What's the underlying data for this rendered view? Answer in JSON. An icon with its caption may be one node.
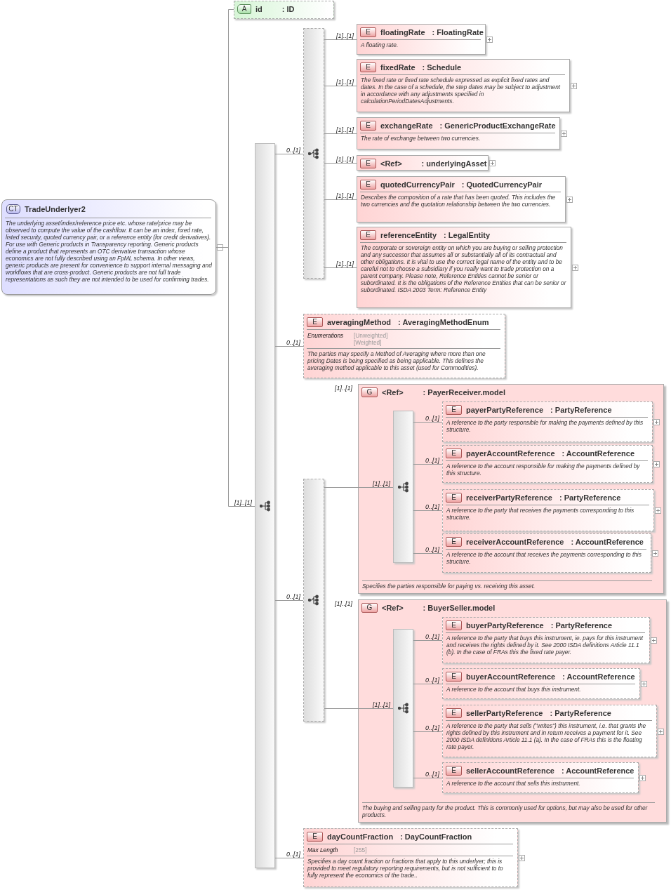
{
  "diagram": {
    "nodes": [
      {
        "text": [
          "CT",
          "TradeUnderlyer2",
          "The underlying asset/index/reference price etc. whose rate/price may be observed to compute the value of the cashflow. It can be an index, fixed rate, listed security, quoted currency pair, or a reference entity (for credit derivatives). For use with Generic products in Transparency reporting. Generic products define a product that represents an OTC derivative transaction whose economics are not fully described using an FpML schema. In other views, generic products are present for convenience to support internal messaging and workflows that are cross-product. Generic products are not full trade representations as such they are not intended to be used for confirming trades."
        ]
      },
      {
        "text": [
          "A",
          "id",
          ": ID"
        ]
      },
      {
        "text": [],
        "shape": "bar"
      },
      {
        "text": [],
        "shape": "bar"
      },
      {
        "text": [
          "E",
          "floatingRate",
          ": FloatingRate",
          "A floating rate."
        ]
      },
      {
        "text": [
          "E",
          "fixedRate",
          ": Schedule",
          "The fixed rate or fixed rate schedule expressed as explicit fixed rates and dates. In the case of a schedule, the step dates may be subject to adjustment in accordance with any adjustments specified in calculationPeriodDatesAdjustments."
        ]
      },
      {
        "text": [
          "E",
          "exchangeRate",
          ": GenericProductExchangeRate",
          "The rate of exchange between two currencies."
        ]
      },
      {
        "text": [
          "E",
          "<Ref>",
          ": underlyingAsset"
        ]
      },
      {
        "text": [
          "E",
          "quotedCurrencyPair",
          ": QuotedCurrencyPair",
          "Describes the composition of a rate that has been quoted. This includes the two currencies and the quotation relationship between the two currencies."
        ]
      },
      {
        "text": [
          "E",
          "referenceEntity",
          ": LegalEntity",
          "The corporate or sovereign entity on which you are buying or selling protection and any successor that assumes all or substantially all of its contractual and other obligations. It is vital to use the correct legal name of the entity and to be careful not to choose a subsidiary if you really want to trade protection on a parent company. Please note, Reference Entities cannot be senior or subordinated. It is the obligations of the Reference Entities that can be senior or subordinated. ISDA 2003 Term: Reference Entity"
        ]
      },
      {
        "text": [
          "E",
          "averagingMethod",
          ": AveragingMethodEnum",
          "Enumerations",
          "[Unweighted]",
          "[Weighted]",
          "The parties may specify a Method of Averaging where more than one pricing Dates is being specified as being applicable. This defines the averaging method applicable to this asset (used for Commodities)."
        ]
      },
      {
        "text": [],
        "shape": "bar"
      },
      {
        "text": [
          "G",
          "<Ref>",
          ": PayerReceiver.model",
          "Specifies the parties responsible for paying vs. receiving this asset."
        ],
        "beside": [
          "[1]..[1]"
        ]
      },
      {
        "text": [],
        "shape": "bar",
        "in": 12
      },
      {
        "text": [
          "E",
          "payerPartyReference",
          ": PartyReference",
          "A reference to the party responsible for making the payments defined by this structure."
        ],
        "in": 12
      },
      {
        "text": [
          "E",
          "payerAccountReference",
          ": AccountReference",
          "A reference to the account responsible for making the payments defined by this structure."
        ],
        "in": 12
      },
      {
        "text": [
          "E",
          "receiverPartyReference",
          ": PartyReference",
          "A reference to the party that receives the payments corresponding to this structure."
        ],
        "in": 12
      },
      {
        "text": [
          "E",
          "receiverAccountReference",
          ": AccountReference",
          "A reference to the account that receives the payments corresponding to this structure."
        ],
        "in": 12
      },
      {
        "text": [
          "G",
          "<Ref>",
          ": BuyerSeller.model",
          "The buying and selling party for the product. This is commonly used for options, but may also be used for other products."
        ],
        "beside": [
          "[1]..[1]"
        ]
      },
      {
        "text": [],
        "shape": "bar",
        "in": 18
      },
      {
        "text": [
          "E",
          "buyerPartyReference",
          ": PartyReference",
          "A reference to the party that buys this instrument, ie. pays for this instrument and receives the rights defined by it. See 2000 ISDA definitions Article 11.1 (b). In the case of FRAs this the fixed rate payer."
        ],
        "in": 18
      },
      {
        "text": [
          "E",
          "buyerAccountReference",
          ": AccountReference",
          "A reference to the account that buys this instrument."
        ],
        "in": 18
      },
      {
        "text": [
          "E",
          "sellerPartyReference",
          ": PartyReference",
          "A reference to the party that sells (\"writes\") this instrument, i.e. that grants the rights defined by this instrument and in return receives a payment for it. See 2000 ISDA definitions Article 11.1 (a). In the case of FRAs this is the floating rate payer."
        ],
        "in": 18
      },
      {
        "text": [
          "E",
          "sellerAccountReference",
          ": AccountReference",
          "A reference to the account that sells this instrument."
        ],
        "in": 18
      },
      {
        "text": [
          "E",
          "dayCountFraction",
          ": DayCountFraction",
          "Max Length",
          "[255]",
          "Specifies a day count fraction or fractions that apply to this underlyer; this is provided to meet regulatory reporting requirements, but is not sufficient to to fully represent the economics of the trade.."
        ]
      }
    ],
    "edges": [
      {
        "from": 0,
        "to": 1,
        "arrow": "none"
      },
      {
        "from": 0,
        "to": 2,
        "arrow": "none",
        "label": "[1]..[1]"
      },
      {
        "from": 2,
        "to": 3,
        "arrow": "none",
        "label": "0..[1]"
      },
      {
        "from": 3,
        "to": 4,
        "arrow": "none",
        "label": "[1]..[1]"
      },
      {
        "from": 3,
        "to": 5,
        "arrow": "none",
        "label": "[1]..[1]"
      },
      {
        "from": 3,
        "to": 6,
        "arrow": "none",
        "label": "[1]..[1]"
      },
      {
        "from": 3,
        "to": 7,
        "arrow": "none",
        "label": "[1]..[1]"
      },
      {
        "from": 3,
        "to": 8,
        "arrow": "none",
        "label": "[1]..[1]"
      },
      {
        "from": 3,
        "to": 9,
        "arrow": "none",
        "label": "[1]..[1]"
      },
      {
        "from": 2,
        "to": 10,
        "arrow": "none",
        "label": "0..[1]"
      },
      {
        "from": 2,
        "to": 11,
        "arrow": "none",
        "label": "0..[1]"
      },
      {
        "from": 11,
        "to": 13,
        "arrow": "none",
        "label": "[1]..[1]"
      },
      {
        "from": 13,
        "to": 14,
        "arrow": "none",
        "label": "0..[1]"
      },
      {
        "from": 13,
        "to": 15,
        "arrow": "none",
        "label": "0..[1]"
      },
      {
        "from": 13,
        "to": 16,
        "arrow": "none",
        "label": "0..[1]"
      },
      {
        "from": 13,
        "to": 17,
        "arrow": "none",
        "label": "0..[1]"
      },
      {
        "from": 11,
        "to": 19,
        "arrow": "none",
        "label": "[1]..[1]"
      },
      {
        "from": 19,
        "to": 20,
        "arrow": "none",
        "label": "0..[1]"
      },
      {
        "from": 19,
        "to": 21,
        "arrow": "none",
        "label": "0..[1]"
      },
      {
        "from": 19,
        "to": 22,
        "arrow": "none",
        "label": "0..[1]"
      },
      {
        "from": 19,
        "to": 23,
        "arrow": "none",
        "label": "0..[1]"
      },
      {
        "from": 2,
        "to": 24,
        "arrow": "none",
        "label": "0..[1]"
      }
    ]
  }
}
